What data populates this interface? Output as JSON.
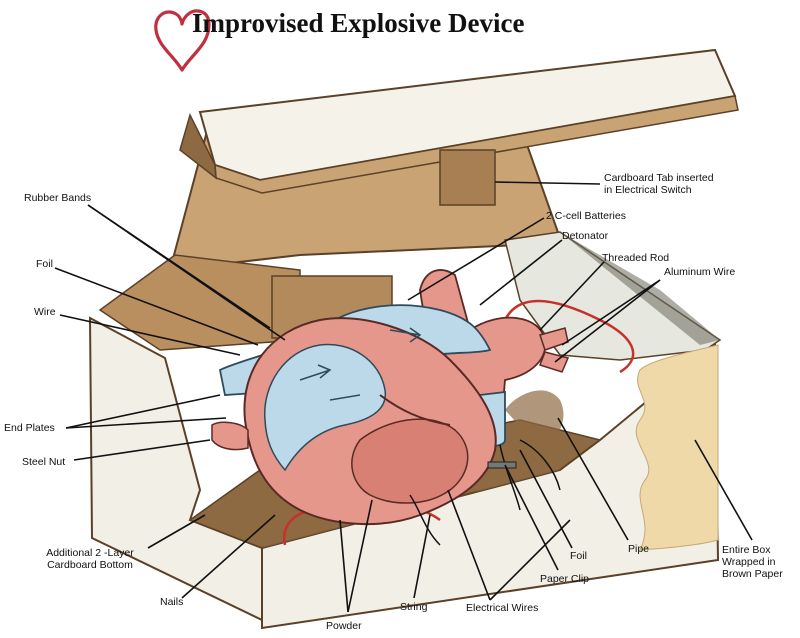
{
  "title": "Improvised Explosive Device",
  "icons": {
    "title_decoration": "heart-outline-icon"
  },
  "colors": {
    "heart_outline": "#c0303f",
    "cardboard": "#c9a373",
    "cardboard_dark": "#8e6a42",
    "box_white": "#f1efe6",
    "heart_muscle": "#e5978c",
    "vessels_blue": "#bcd9ea",
    "red_wire": "#c8312b"
  },
  "labels": {
    "rubber_bands": "Rubber Bands",
    "foil_left": "Foil",
    "wire": "Wire",
    "end_plates": "End Plates",
    "steel_nut": "Steel Nut",
    "cardboard_bottom_1": "Additional 2 -Layer",
    "cardboard_bottom_2": "Cardboard Bottom",
    "nails": "Nails",
    "powder": "Powder",
    "string": "String",
    "electrical_wires": "Electrical Wires",
    "paper_clip": "Paper Clip",
    "foil_right": "Foil",
    "pipe": "Pipe",
    "tab_1": "Cardboard Tab inserted",
    "tab_2": "in Electrical Switch",
    "batteries": "2 C-cell Batteries",
    "detonator": "Detonator",
    "threaded_rod": "Threaded Rod",
    "aluminum_wire": "Aluminum Wire",
    "box_1": "Entire Box",
    "box_2": "Wrapped in",
    "box_3": "Brown Paper"
  }
}
